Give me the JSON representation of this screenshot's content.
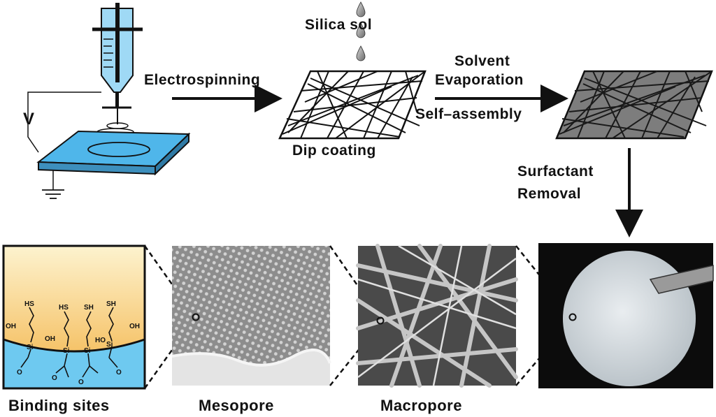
{
  "top_row": {
    "silica_sol": "Silica sol",
    "electrospinning": "Electrospinning",
    "dip_coating": "Dip coating",
    "solvent": "Solvent",
    "evaporation": "Evaporation",
    "self_assembly": "Self–assembly",
    "surfactant": "Surfactant",
    "removal": "Removal",
    "voltage": "V"
  },
  "bottom_row": {
    "binding_sites": "Binding  sites",
    "mesopore": "Mesopore",
    "macropore": "Macropore"
  },
  "chemistry_labels": [
    "HS",
    "HS",
    "SH",
    "SH",
    "OH",
    "OH",
    "OH",
    "HO",
    "Si",
    "Si",
    "Si",
    "Si",
    "O",
    "O",
    "O",
    "O"
  ],
  "colors": {
    "substrate": "#4fb6ea",
    "surface_blue": "#6ec9f0",
    "sol_gradient_top": "#fdebb7",
    "sol_gradient_bottom": "#f4b64a",
    "membrane_gray": "#7d7d7d",
    "ink": "#111111"
  }
}
